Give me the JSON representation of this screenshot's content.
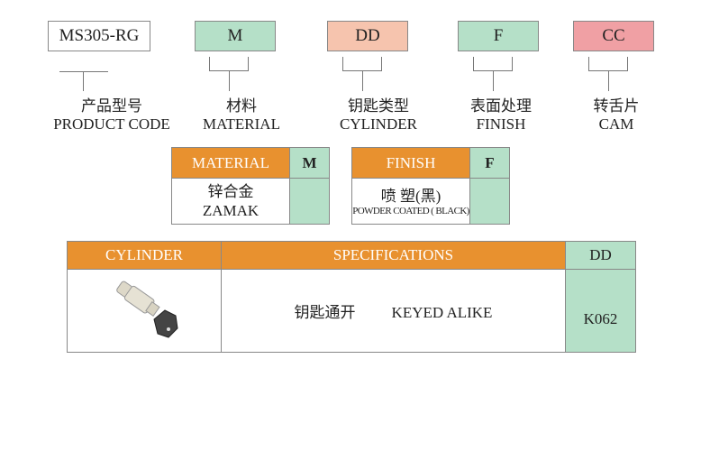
{
  "codes": [
    {
      "value": "MS305-RG",
      "zh": "产品型号",
      "en": "PRODUCT CODE",
      "color": "#FFFFFF"
    },
    {
      "value": "M",
      "zh": "材料",
      "en": "MATERIAL",
      "color": "#B5E0C8"
    },
    {
      "value": "DD",
      "zh": "钥匙类型",
      "en": "CYLINDER",
      "color": "#F6C4AE"
    },
    {
      "value": "F",
      "zh": "表面处理",
      "en": "FINISH",
      "color": "#B5E0C8"
    },
    {
      "value": "CC",
      "zh": "转舌片",
      "en": "CAM",
      "color": "#F0A0A4"
    }
  ],
  "material_table": {
    "header": "MATERIAL",
    "code": "M",
    "zh": "锌合金",
    "en": "ZAMAK"
  },
  "finish_table": {
    "header": "FINISH",
    "code": "F",
    "zh": "喷 塑(黑)",
    "en": "POWDER COATED ( BLACK)"
  },
  "cylinder_table": {
    "headers": [
      "CYLINDER",
      "SPECIFICATIONS",
      "DD"
    ],
    "spec_zh": "钥匙通开",
    "spec_en": "KEYED ALIKE",
    "code": "K062"
  },
  "colors": {
    "orange": "#E8912F",
    "green": "#B5E0C8"
  }
}
